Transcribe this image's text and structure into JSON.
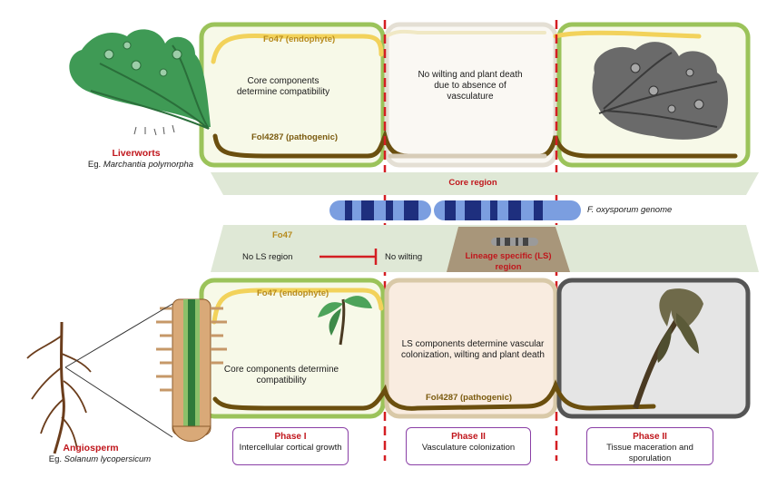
{
  "colors": {
    "cell_border": "#9bc35a",
    "cell_fill": "#f7f9e8",
    "endophyte": "#f2d25b",
    "pathogen": "#6b4f0f",
    "core_band": "#dfe8d6",
    "ls_region": "#a8967a",
    "genome": "#2c3d8f",
    "dashed_line": "#d41e23",
    "phase_border": "#8a3fa6"
  },
  "icons": [
    "liverwort-plant",
    "dead-liverwort-plant",
    "root-system",
    "root-cross-section",
    "seedling",
    "wilted-plant",
    "genome-chromosome",
    "mini-chromosome",
    "inhibition-arrow"
  ],
  "liverworts": {
    "title": "Liverworts",
    "example_prefix": "Eg.",
    "example_species": "Marchantia polymorpha",
    "fo47_label": "Fo47 (endophyte)",
    "fol_label": "Fol4287 (pathogenic)",
    "cell1_text": "Core components determine compatibility",
    "cell2_text": "No wilting  and plant death due to absence of vasculature"
  },
  "middle": {
    "core_region": "Core region",
    "genome_label": "F. oxysporum genome",
    "fo47": "Fo47",
    "no_ls_region": "No LS region",
    "no_wilting": "No wilting",
    "ls_region": "Lineage specific (LS) region"
  },
  "angiosperm": {
    "title": "Angiosperm",
    "example_prefix": "Eg.",
    "example_species": "Solanum lycopersicum",
    "fo47_label": "Fo47 (endophyte)",
    "fol_label": "Fol4287 (pathogenic)",
    "cell1_text": "Core components determine compatibility",
    "cell2_text": "LS components determine vascular colonization, wilting and plant death"
  },
  "phases": [
    {
      "title": "Phase I",
      "desc": "Intercellular cortical growth"
    },
    {
      "title": "Phase II",
      "desc": "Vasculature colonization"
    },
    {
      "title": "Phase II",
      "desc": "Tissue maceration and sporulation"
    }
  ]
}
